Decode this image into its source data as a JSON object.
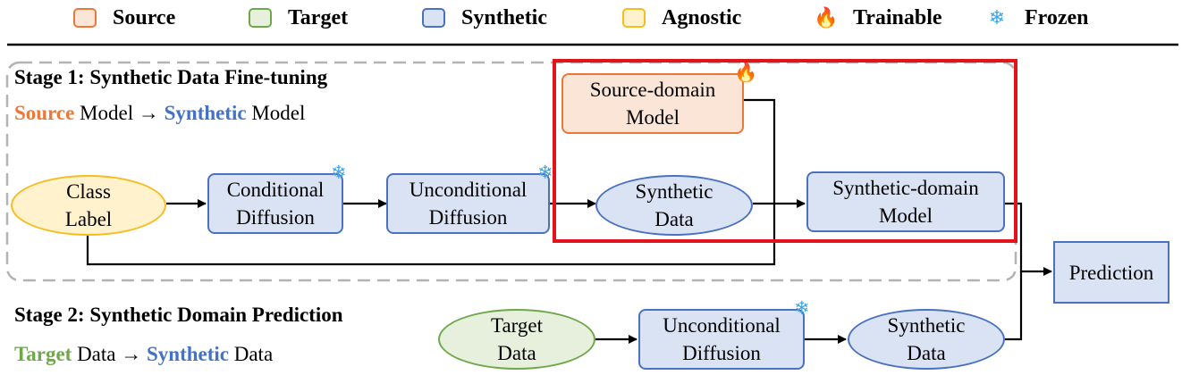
{
  "legend": [
    {
      "label": "Source",
      "kind": "swatch",
      "border": "#e8793a",
      "fill": "#fbe5d6"
    },
    {
      "label": "Target",
      "kind": "swatch",
      "border": "#6fa84a",
      "fill": "#e6f0dc"
    },
    {
      "label": "Synthetic",
      "kind": "swatch",
      "border": "#4a72c0",
      "fill": "#dae3f3"
    },
    {
      "label": "Agnostic",
      "kind": "swatch",
      "border": "#f5bd1f",
      "fill": "#fff2cc"
    },
    {
      "label": "Trainable",
      "kind": "icon",
      "icon": "fire-icon",
      "glyph": "🔥"
    },
    {
      "label": "Frozen",
      "kind": "icon",
      "icon": "snowflake-icon",
      "glyph": "❄"
    }
  ],
  "stage1": {
    "title": "Stage 1: Synthetic Data Fine-tuning",
    "from_word": "Source",
    "from_tail": " Model → ",
    "to_word": "Synthetic",
    "to_tail": " Model"
  },
  "stage2": {
    "title": "Stage 2: Synthetic Domain Prediction",
    "from_word": "Target",
    "from_tail": " Data → ",
    "to_word": "Synthetic",
    "to_tail": " Data"
  },
  "nodes": {
    "class_label": "Class\nLabel",
    "conditional_diffusion": "Conditional\nDiffusion",
    "unconditional_diffusion_1": "Unconditional\nDiffusion",
    "synthetic_data_1": "Synthetic\nData",
    "source_domain_model": "Source-domain\nModel",
    "synthetic_domain_model": "Synthetic-domain\nModel",
    "prediction": "Prediction",
    "target_data": "Target\nData",
    "unconditional_diffusion_2": "Unconditional\nDiffusion",
    "synthetic_data_2": "Synthetic\nData"
  },
  "badges": {
    "fire": "🔥",
    "snow": "❄"
  },
  "colors": {
    "source": "#e8793a",
    "target": "#6fa84a",
    "synthetic": "#4472c4",
    "agnostic": "#f5bd1f",
    "highlight": "#e3131b"
  }
}
